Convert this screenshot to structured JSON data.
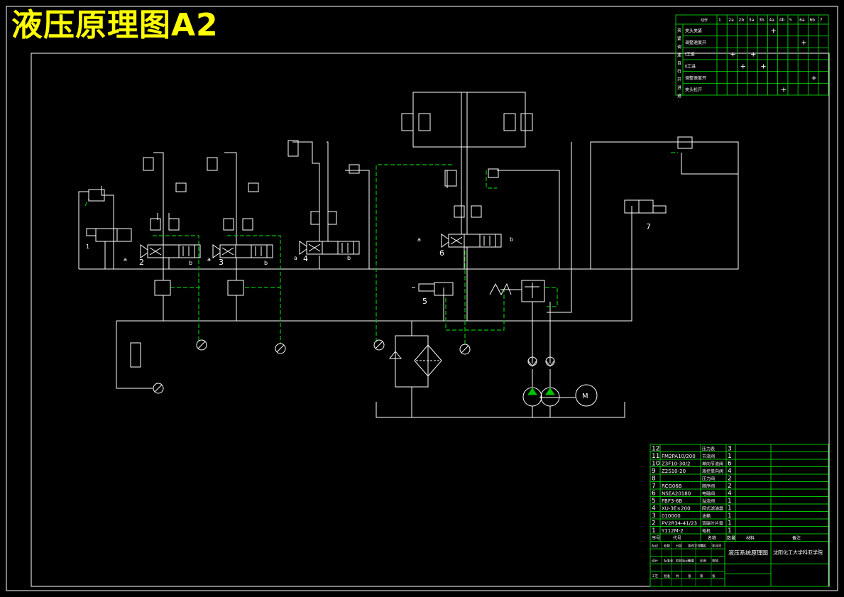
{
  "title": "液压原理图A2",
  "colors": {
    "background": "#000000",
    "line": "#ffffff",
    "pilot": "#00c000",
    "grid": "#00c000",
    "title": "#ffff00"
  },
  "component_numbers": [
    "1",
    "2",
    "3",
    "4",
    "5",
    "6",
    "7"
  ],
  "port_labels": {
    "a": "a",
    "b": "b"
  },
  "motor_label": "M",
  "action_table": {
    "columns": [
      "1",
      "2a",
      "2b",
      "3a",
      "3b",
      "4a",
      "4b",
      "5",
      "6a",
      "6b",
      "7"
    ],
    "header_cell": "动作",
    "group_labels": [
      "夹",
      "紧",
      "调",
      "速",
      "自",
      "行",
      "开",
      "进",
      "退"
    ],
    "rows": [
      {
        "label": "夹头夹紧",
        "marks": [
          5
        ]
      },
      {
        "label": "调整速度开",
        "marks": [
          8
        ]
      },
      {
        "label": "Ⅰ工进",
        "marks": [
          1,
          3
        ]
      },
      {
        "label": "Ⅱ工进",
        "marks": [
          2,
          4
        ]
      },
      {
        "label": "调整速度开",
        "marks": [
          9
        ]
      },
      {
        "label": "夹头松开",
        "marks": [
          6
        ]
      }
    ]
  },
  "parts_list": {
    "rows": [
      {
        "no": "12",
        "code": "",
        "name": "压力表",
        "qty": "3"
      },
      {
        "no": "11",
        "code": "FM2PA10/200",
        "name": "节流阀",
        "qty": "1"
      },
      {
        "no": "10",
        "code": "Z3F10-30/2",
        "name": "单向节流阀",
        "qty": "6"
      },
      {
        "no": "9",
        "code": "Z2S10-20",
        "name": "液控单向阀",
        "qty": "4"
      },
      {
        "no": "8",
        "code": "",
        "name": "压力阀",
        "qty": "2"
      },
      {
        "no": "7",
        "code": "RCG06B",
        "name": "顺序阀",
        "qty": "2"
      },
      {
        "no": "6",
        "code": "NSEA20180",
        "name": "电磁阀",
        "qty": "4"
      },
      {
        "no": "5",
        "code": "FBF3-6B",
        "name": "溢流阀",
        "qty": "1"
      },
      {
        "no": "4",
        "code": "XU-3E×200",
        "name": "网式滤油器",
        "qty": "1"
      },
      {
        "no": "3",
        "code": "010000",
        "name": "油箱",
        "qty": "1"
      },
      {
        "no": "2",
        "code": "PV2R34-41/23",
        "name": "双联叶片泵",
        "qty": "1"
      },
      {
        "no": "1",
        "code": "Y112M-2",
        "name": "电机",
        "qty": "1"
      }
    ],
    "header": {
      "no": "序号",
      "code": "代号",
      "name": "名称",
      "qty": "数量",
      "material": "材料",
      "remark": "备注"
    },
    "drawing_title": "液压系统原理图",
    "school": "沈阳化工大学科亚学院",
    "sign_labels": [
      "标记",
      "处数",
      "分区",
      "更改文件号",
      "签名",
      "年月日",
      "设计",
      "标准化",
      "阶段标记",
      "重量",
      "比例",
      "审核",
      "工艺",
      "批准",
      "共",
      "张",
      "第",
      "张"
    ]
  }
}
